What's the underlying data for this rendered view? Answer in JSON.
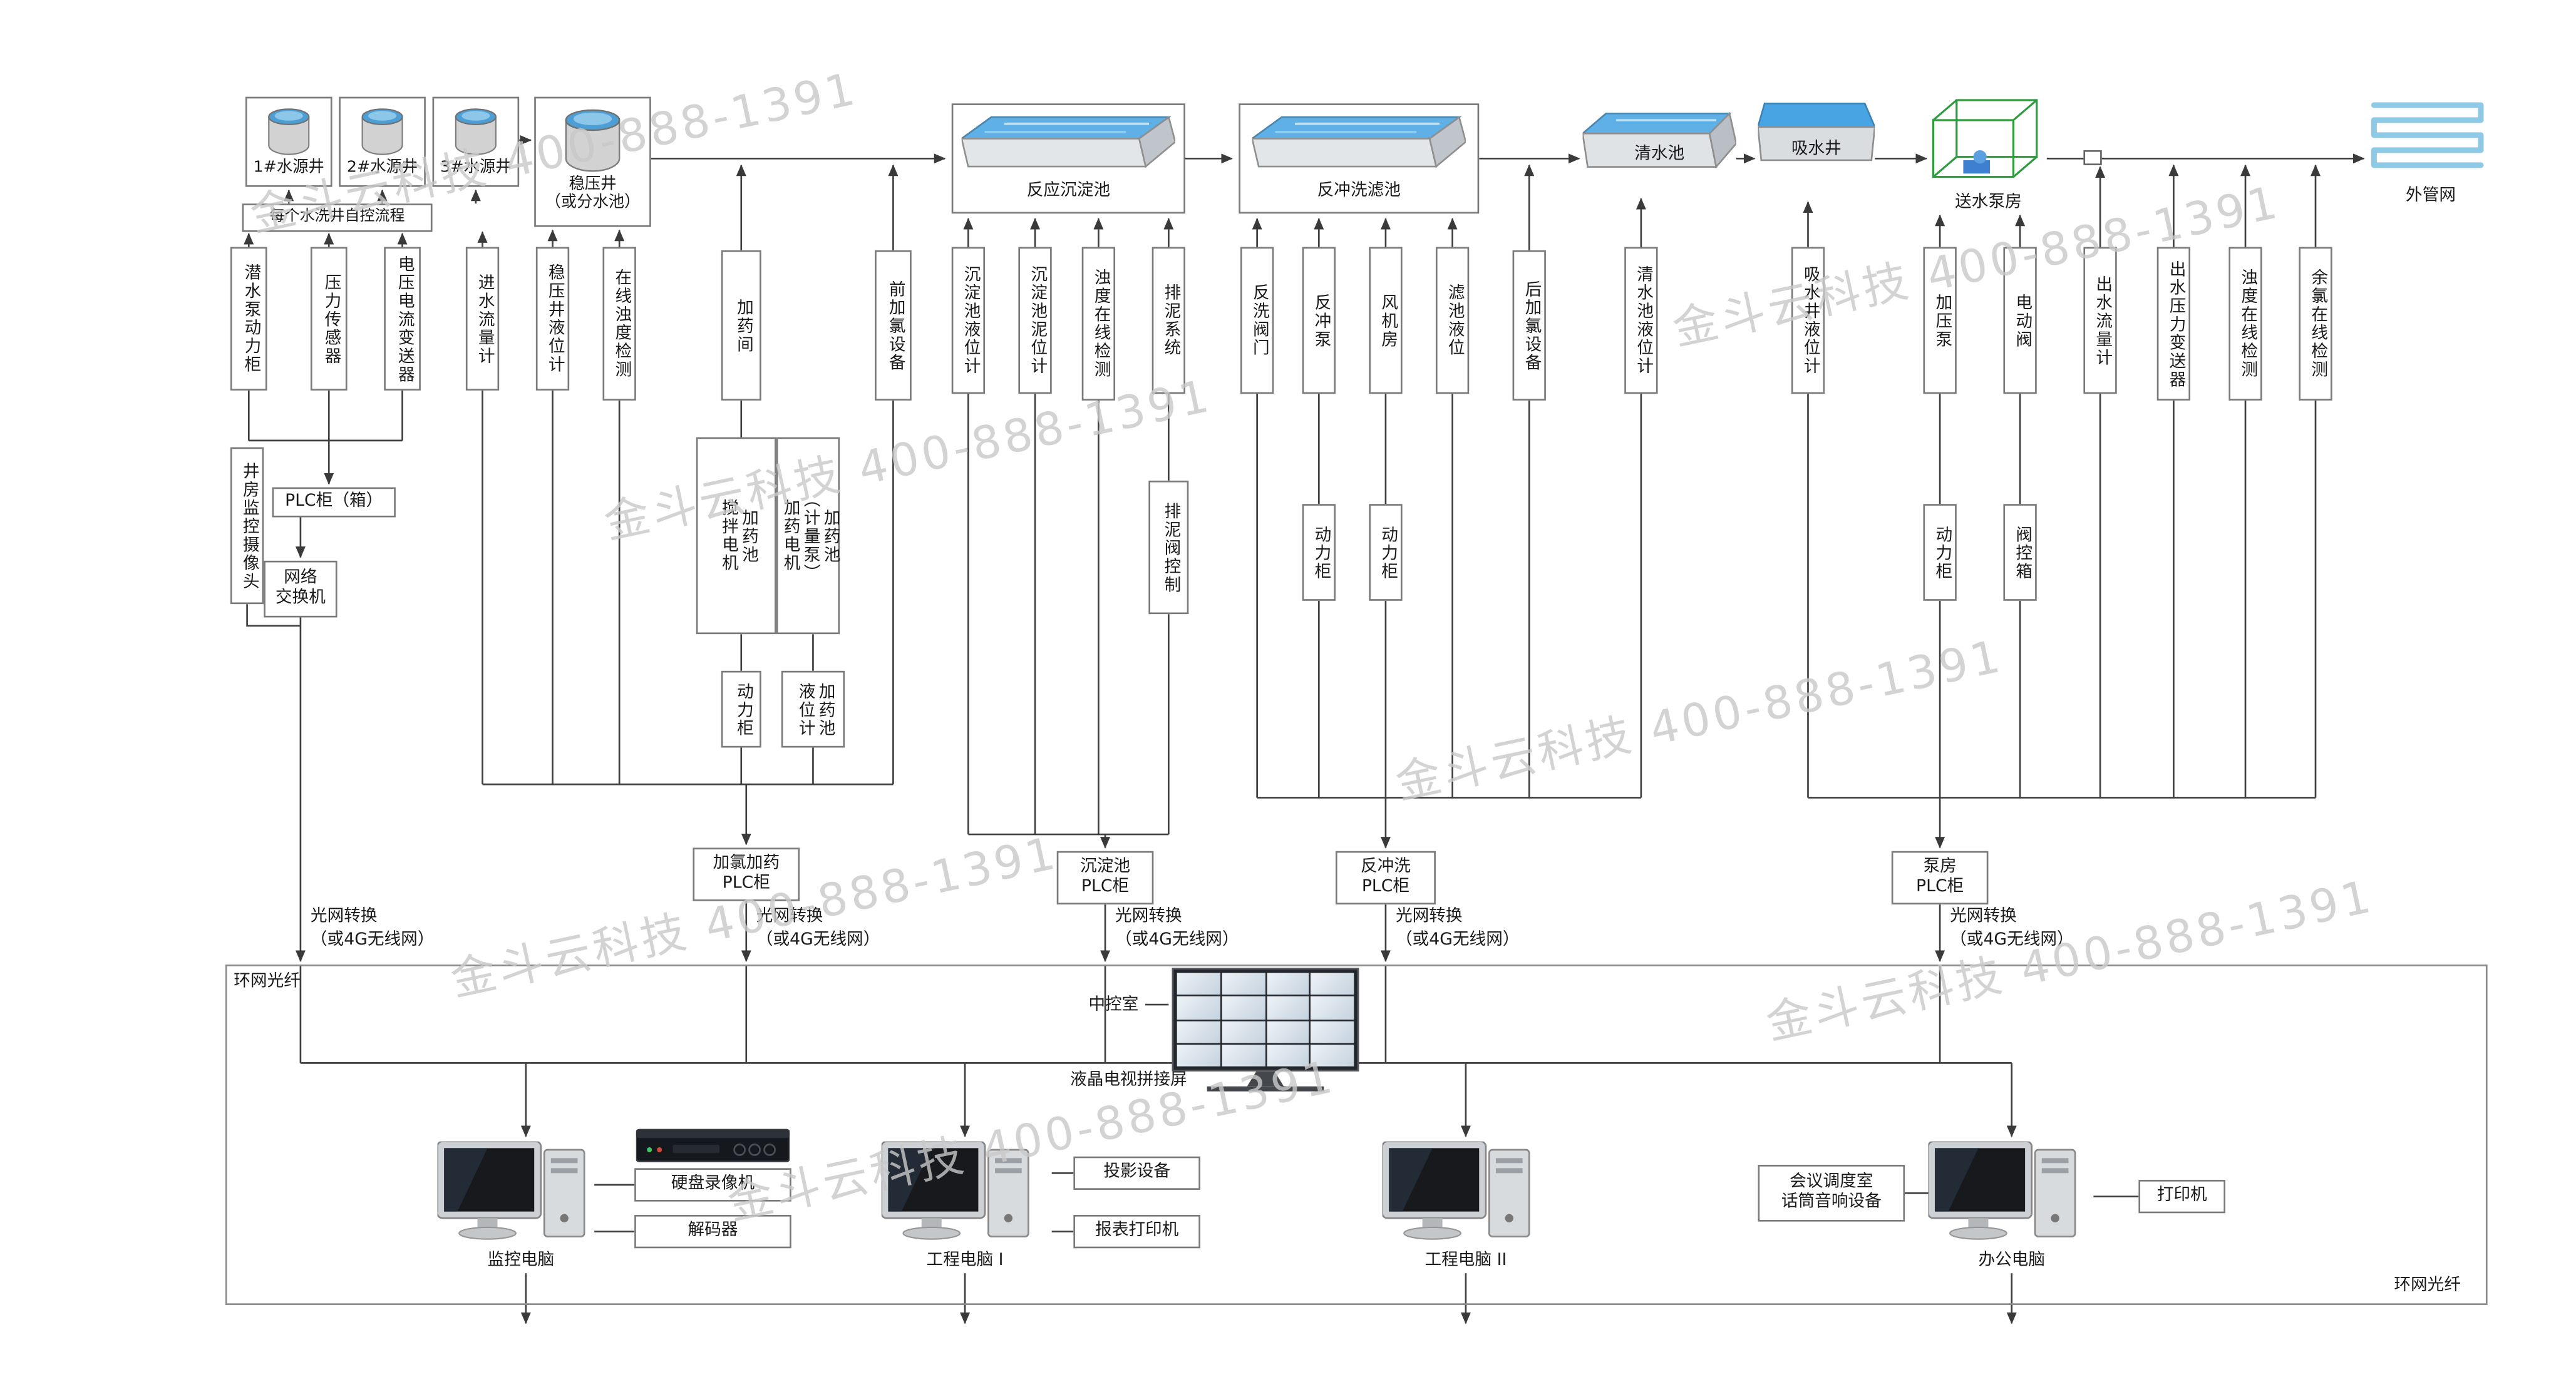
{
  "watermark": "金斗云科技 400-888-1391",
  "colors": {
    "water": "#55a7e0",
    "pipe_net": "#8ecae6",
    "pump_house_green": "#2e9b3e",
    "watermark": "#c9c9c9"
  },
  "labels": {
    "well1": "1#水源井",
    "well2": "2#水源井",
    "well3": "3#水源井",
    "stab_well": "稳压井\n（或分水池）",
    "reaction_pool": "反应沉淀池",
    "backwash_pool": "反冲洗滤池",
    "clear_pool": "清水池",
    "suction_well": "吸水井",
    "pump_house": "送水泵房",
    "outer_net": "外管网",
    "auto_flow_note": "每个水洗井自控流程",
    "sub_pump_cabinet": "潜水泵动力柜",
    "pressure_sensor": "压力传感器",
    "vc_transmitter": "电压电流变送器",
    "inlet_flowmeter": "进水流量计",
    "stab_level": "稳压井液位计",
    "online_turbidity": "在线浊度检测",
    "dosing_room": "加药间",
    "pre_chlorine": "前加氯设备",
    "sed_level": "沉淀池液位计",
    "sed_mud_level": "沉淀池泥位计",
    "turbidity_online_1": "浊度在线检测",
    "mud_system": "排泥系统",
    "backwash_valve": "反洗阀门",
    "backwash_pump": "反冲泵",
    "fan_room": "风机房",
    "filter_level": "滤池液位",
    "post_chlorine": "后加氯设备",
    "clear_level": "清水池液位计",
    "suction_level": "吸水井液位计",
    "boost_pump": "加压泵",
    "electric_valve": "电动阀",
    "out_flowmeter": "出水流量计",
    "out_pressure": "出水压力变送器",
    "turbidity_online_2": "浊度在线检测",
    "residual_chlorine": "余氯在线检测",
    "well_camera": "井房监控摄像头",
    "plc_cabinet_box": "PLC柜（箱）",
    "net_switch": "网络\n交换机",
    "mixer_dosing": "搅拌电机\n加药池",
    "dosing_motor": "加药电机\n（计量泵）\n加药池",
    "level_dosing": "液位计\n加药池",
    "power_cabinet": "动力柜",
    "valve_ctrl_box": "阀控箱",
    "mud_valve_ctrl": "排泥阀控制",
    "plc_chlorine": "加氯加药\nPLC柜",
    "plc_sed": "沉淀池\nPLC柜",
    "plc_backwash": "反冲洗\nPLC柜",
    "plc_pump": "泵房\nPLC柜",
    "fiber_note": "光网转换\n（或4G无线网）",
    "ring_fiber": "环网光纤",
    "control_room": "中控室",
    "lcd_wall": "液晶电视拼接屏",
    "pc_monitor": "监控电脑",
    "dvr": "硬盘录像机",
    "decoder": "解码器",
    "pc_eng1": "工程电脑 I",
    "projector": "投影设备",
    "report_printer": "报表打印机",
    "pc_eng2": "工程电脑 II",
    "conference": "会议调度室\n话筒音响设备",
    "pc_office": "办公电脑",
    "printer": "打印机"
  }
}
